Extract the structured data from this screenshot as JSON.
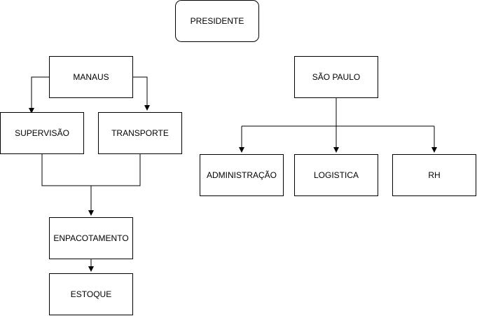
{
  "diagram": {
    "nodes": {
      "presidente": "PRESIDENTE",
      "manaus": "MANAUS",
      "supervisao": "SUPERVISÃO",
      "transporte": "TRANSPORTE",
      "enpacotamento": "ENPACOTAMENTO",
      "estoque": "ESTOQUE",
      "sao_paulo": "SÃO PAULO",
      "administracao": "ADMINISTRAÇÃO",
      "logistica": "LOGISTICA",
      "rh": "RH"
    },
    "edges": [
      {
        "from": "manaus",
        "to": "supervisao"
      },
      {
        "from": "manaus",
        "to": "transporte"
      },
      {
        "from": "supervisao",
        "to": "enpacotamento"
      },
      {
        "from": "transporte",
        "to": "enpacotamento"
      },
      {
        "from": "enpacotamento",
        "to": "estoque"
      },
      {
        "from": "sao_paulo",
        "to": "administracao"
      },
      {
        "from": "sao_paulo",
        "to": "logistica"
      },
      {
        "from": "sao_paulo",
        "to": "rh"
      }
    ],
    "colors": {
      "stroke": "#000000",
      "fill": "#ffffff",
      "text": "#000000"
    }
  }
}
